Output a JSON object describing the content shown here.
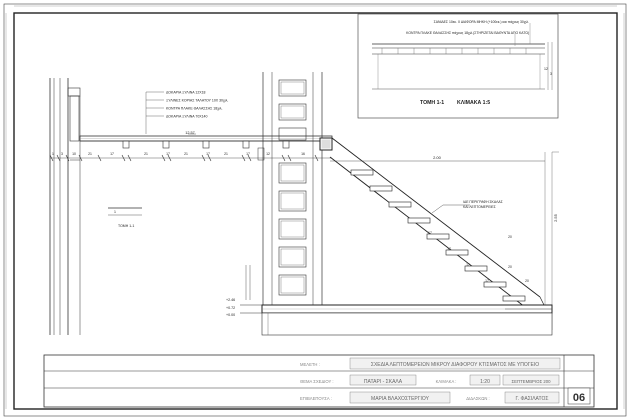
{
  "section_detail": {
    "title": "ΤΟΜΗ 1-1",
    "scale": "ΚΛΙΜΑΚΑ 1:5",
    "labels": [
      "ΣΑΝΙΔΕΣ 10εκ. Χ ΔΙΑΦΟΡΑ ΜΗΚΗ (+100εκ.) και πάχους 30χιλ.",
      "ΚΟΝΤΡΑ ΠΛΑΚΕ ΘΑΛΑΣΣΗΣ πάχους 18χιλ.(ΣΤΗΡΙΖΕΤΑΙ ΒΑΘΥΝΤΑ ΑΠΟ ΚΑΤΩ)"
    ],
    "dims": [
      "12",
      "3"
    ]
  },
  "floor_labels": [
    "ΔΟΚΑΡΙΑ ΞΥΛΙΝΑ 12Χ18",
    "ΞΥΛΙΝΕΣ ΚΟΡΙΑΣ ΤΑΛΑΤΟΥ 10Χ 30χιλ.",
    "ΚΟΝΤΡΑ ΠΛΑΚΕ ΘΑΛΑΣΣΗΣ 18χιλ.",
    "ΔΟΚΑΡΙΑ ΞΥΛΙΝΑ 70Χ140"
  ],
  "stair_label": [
    "ΙΔΕ ΠΕΡΙΓΡΑΦΗ ΣΚΑΛΑΣ",
    "ΚΑΙ ΛΕΠΤΟΜΕΡΕΙΕΣ"
  ],
  "section_key": {
    "marker": "1",
    "label": "ΤΟΜΗ 1-1"
  },
  "levels": [
    "+2.46",
    "+0.72",
    "+0.00"
  ],
  "dimensions": {
    "top": [
      "1",
      "3",
      "10",
      "21",
      "17",
      "21",
      "17",
      "21",
      "17",
      "21",
      "17",
      "12",
      "16"
    ],
    "run_total": "2.00",
    "height": "2.55",
    "floor_height": "12.57",
    "steps": [
      "17",
      "17",
      "20",
      "17",
      "20",
      "17",
      "20"
    ]
  },
  "title_block": {
    "rows": [
      {
        "label": "ΜΕΛΕΤΗ :",
        "value": "ΣΧΕΔΙΑ ΛΕΠΤΟΜΕΡΕΙΩΝ ΜΙΚΡΟΥ ΔΙΑΦΟΡΟΥ ΚΤΙΣΜΑΤΟΣ ΜΕ ΥΠΟΓΕΙΟ"
      },
      {
        "label": "ΘΕΜΑ ΣΧΕΔΙΟΥ :",
        "value": "ΠΑΤΑΡΙ - ΣΚΑΛΑ",
        "scale_label": "ΚΛΙΜΑΚΑ :",
        "scale_value": "1:20",
        "date": "ΣΕΠΤΕΜΒΡΙΟΣ 200"
      },
      {
        "label": "ΕΠΙΒΛΕΠΟΥΣΑ :",
        "value": "ΜΑΡΙΑ ΒΛΑΧΟΣΤΕΡΓΙΟΥ",
        "teacher_label": "ΔΙΔΑΣΚΩΝ :",
        "teacher_value": "Γ. ΦΑΣΙΛΑΤΟΣ"
      }
    ],
    "sheet_number": "06"
  }
}
